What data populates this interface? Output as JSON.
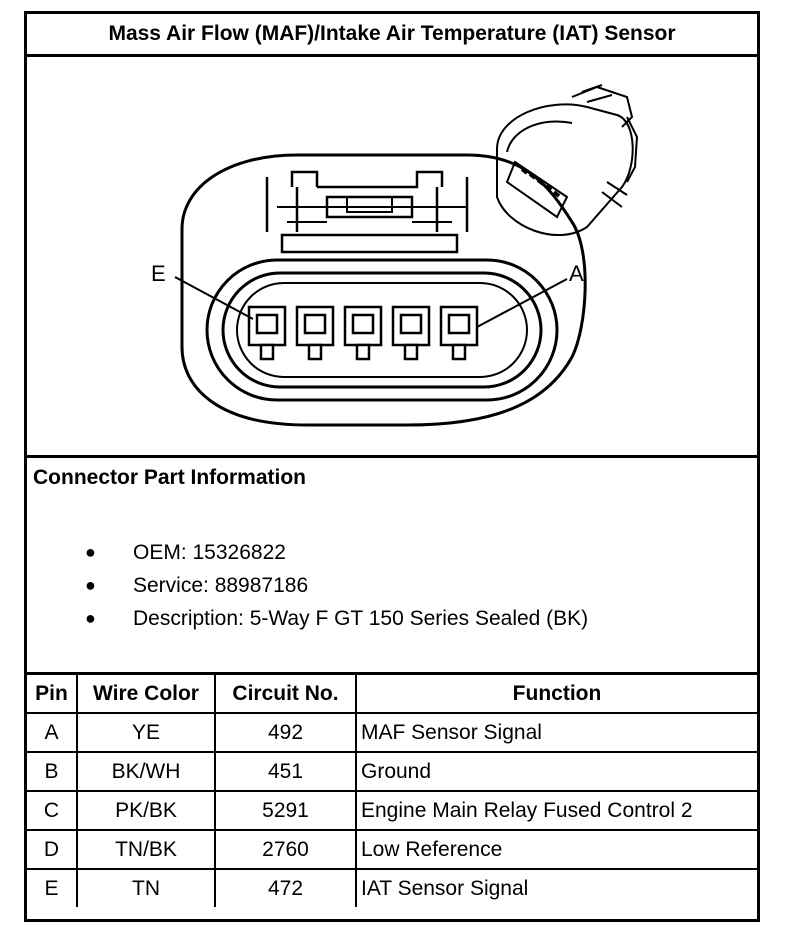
{
  "title": "Mass Air Flow (MAF)/Intake Air Temperature (IAT) Sensor",
  "diagram": {
    "label_left": "E",
    "label_right": "A"
  },
  "info": {
    "heading": "Connector Part Information",
    "items": [
      "OEM: 15326822",
      "Service: 88987186",
      "Description: 5-Way F GT 150 Series Sealed (BK)"
    ]
  },
  "table": {
    "headers": [
      "Pin",
      "Wire Color",
      "Circuit No.",
      "Function"
    ],
    "rows": [
      [
        "A",
        "YE",
        "492",
        "MAF Sensor Signal"
      ],
      [
        "B",
        "BK/WH",
        "451",
        "Ground"
      ],
      [
        "C",
        "PK/BK",
        "5291",
        "Engine Main Relay Fused Control 2"
      ],
      [
        "D",
        "TN/BK",
        "2760",
        "Low Reference"
      ],
      [
        "E",
        "TN",
        "472",
        "IAT Sensor Signal"
      ]
    ]
  }
}
